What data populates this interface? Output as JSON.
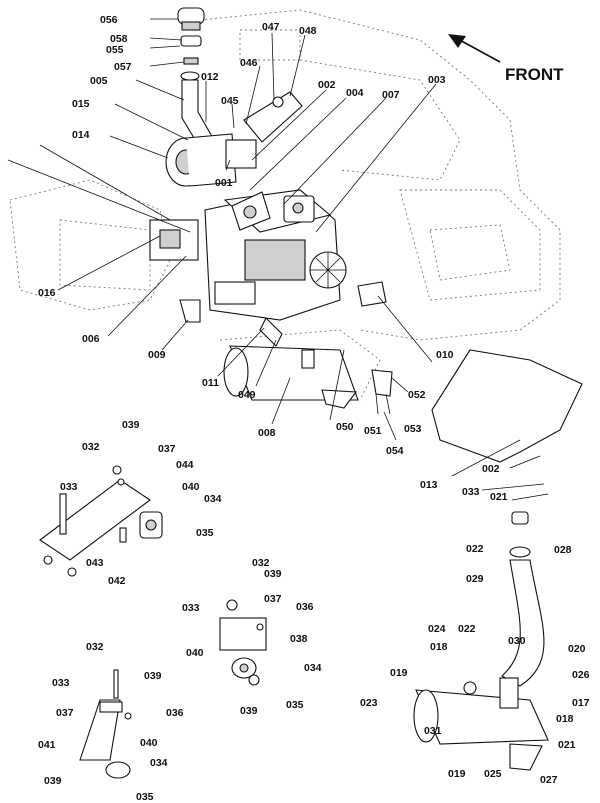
{
  "orientation_label": "FRONT",
  "colors": {
    "ink": "#111111",
    "ghost_outline": "#777777",
    "shade": "#cfcfcf"
  },
  "callouts": [
    "056",
    "058",
    "055",
    "057",
    "005",
    "012",
    "046",
    "047",
    "048",
    "045",
    "002",
    "004",
    "007",
    "003",
    "015",
    "014",
    "001",
    "016",
    "006",
    "009",
    "011",
    "049",
    "008",
    "050",
    "051",
    "053",
    "052",
    "054",
    "010",
    "013",
    "033",
    "021",
    "022",
    "028",
    "029",
    "030",
    "020",
    "026",
    "017",
    "018",
    "024",
    "019",
    "023",
    "031",
    "025",
    "027",
    "032",
    "039",
    "037",
    "044",
    "040",
    "034",
    "035",
    "043",
    "042",
    "036",
    "038",
    "041"
  ]
}
